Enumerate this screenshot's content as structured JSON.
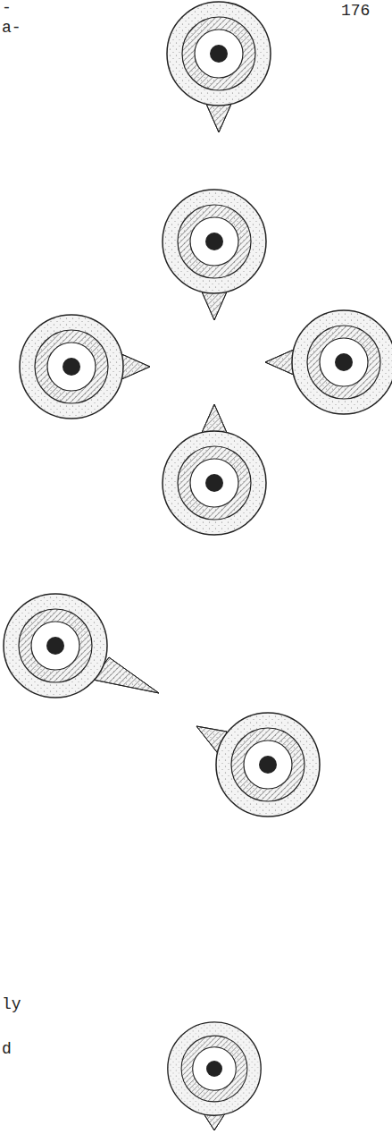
{
  "diagram": {
    "labels": [
      "176",
      "-",
      "a-",
      "ly",
      "d"
    ]
  }
}
